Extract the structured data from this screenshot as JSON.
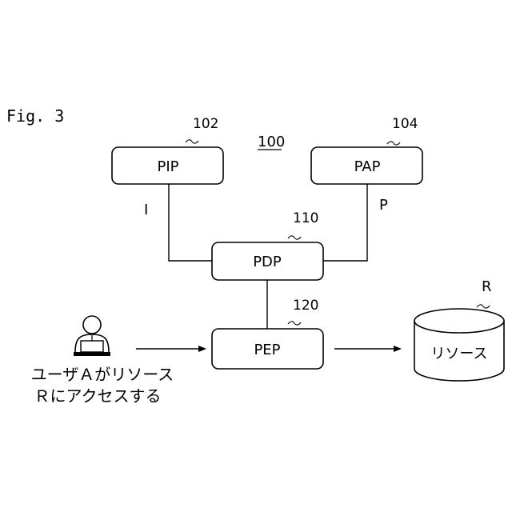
{
  "figure": {
    "label": "Fig. 3",
    "system_ref": "100"
  },
  "nodes": {
    "pip": {
      "label": "PIP",
      "ref": "102"
    },
    "pap": {
      "label": "PAP",
      "ref": "104"
    },
    "pdp": {
      "label": "PDP",
      "ref": "110"
    },
    "pep": {
      "label": "PEP",
      "ref": "120"
    },
    "resource": {
      "label": "リソース",
      "ref": "R"
    }
  },
  "edges": {
    "pip_to_pdp": "I",
    "pap_to_pdp": "P"
  },
  "user": {
    "caption_line1": "ユーザＡがリソース",
    "caption_line2": "Ｒにアクセスする"
  },
  "colors": {
    "stroke": "#000000",
    "background": "#ffffff"
  }
}
